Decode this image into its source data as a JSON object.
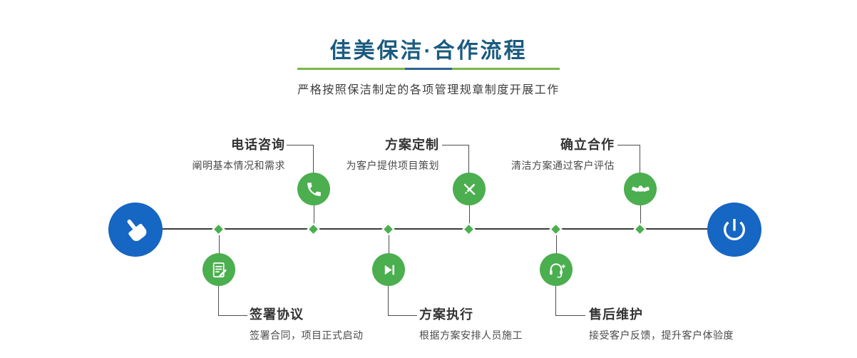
{
  "header": {
    "title": "佳美保洁·合作流程",
    "subtitle": "严格按照保洁制定的各项管理规章制度开展工作"
  },
  "timeline": {
    "start_icon": "pointer-hand-icon",
    "end_icon": "power-icon"
  },
  "steps": [
    {
      "title": "电话咨询",
      "desc": "阐明基本情况和需求",
      "icon": "phone-icon",
      "position": "top"
    },
    {
      "title": "方案定制",
      "desc": "为客户提供项目策划",
      "icon": "design-tools-icon",
      "position": "top"
    },
    {
      "title": "确立合作",
      "desc": "清洁方案通过客户评估",
      "icon": "handshake-icon",
      "position": "top"
    },
    {
      "title": "签署协议",
      "desc": "签署合同，项目正式启动",
      "icon": "contract-icon",
      "position": "bottom"
    },
    {
      "title": "方案执行",
      "desc": "根据方案安排人员施工",
      "icon": "play-icon",
      "position": "bottom"
    },
    {
      "title": "售后维护",
      "desc": "接受客户反馈，提升客户体验度",
      "icon": "headset-icon",
      "position": "bottom"
    }
  ],
  "colors": {
    "title_blue": "#1a5b80",
    "accent_blue": "#1666c3",
    "accent_green": "#4bae4f",
    "underline_green": "#7ab648",
    "underline_blue": "#2a6496",
    "line_gray": "#4d4d4d"
  }
}
